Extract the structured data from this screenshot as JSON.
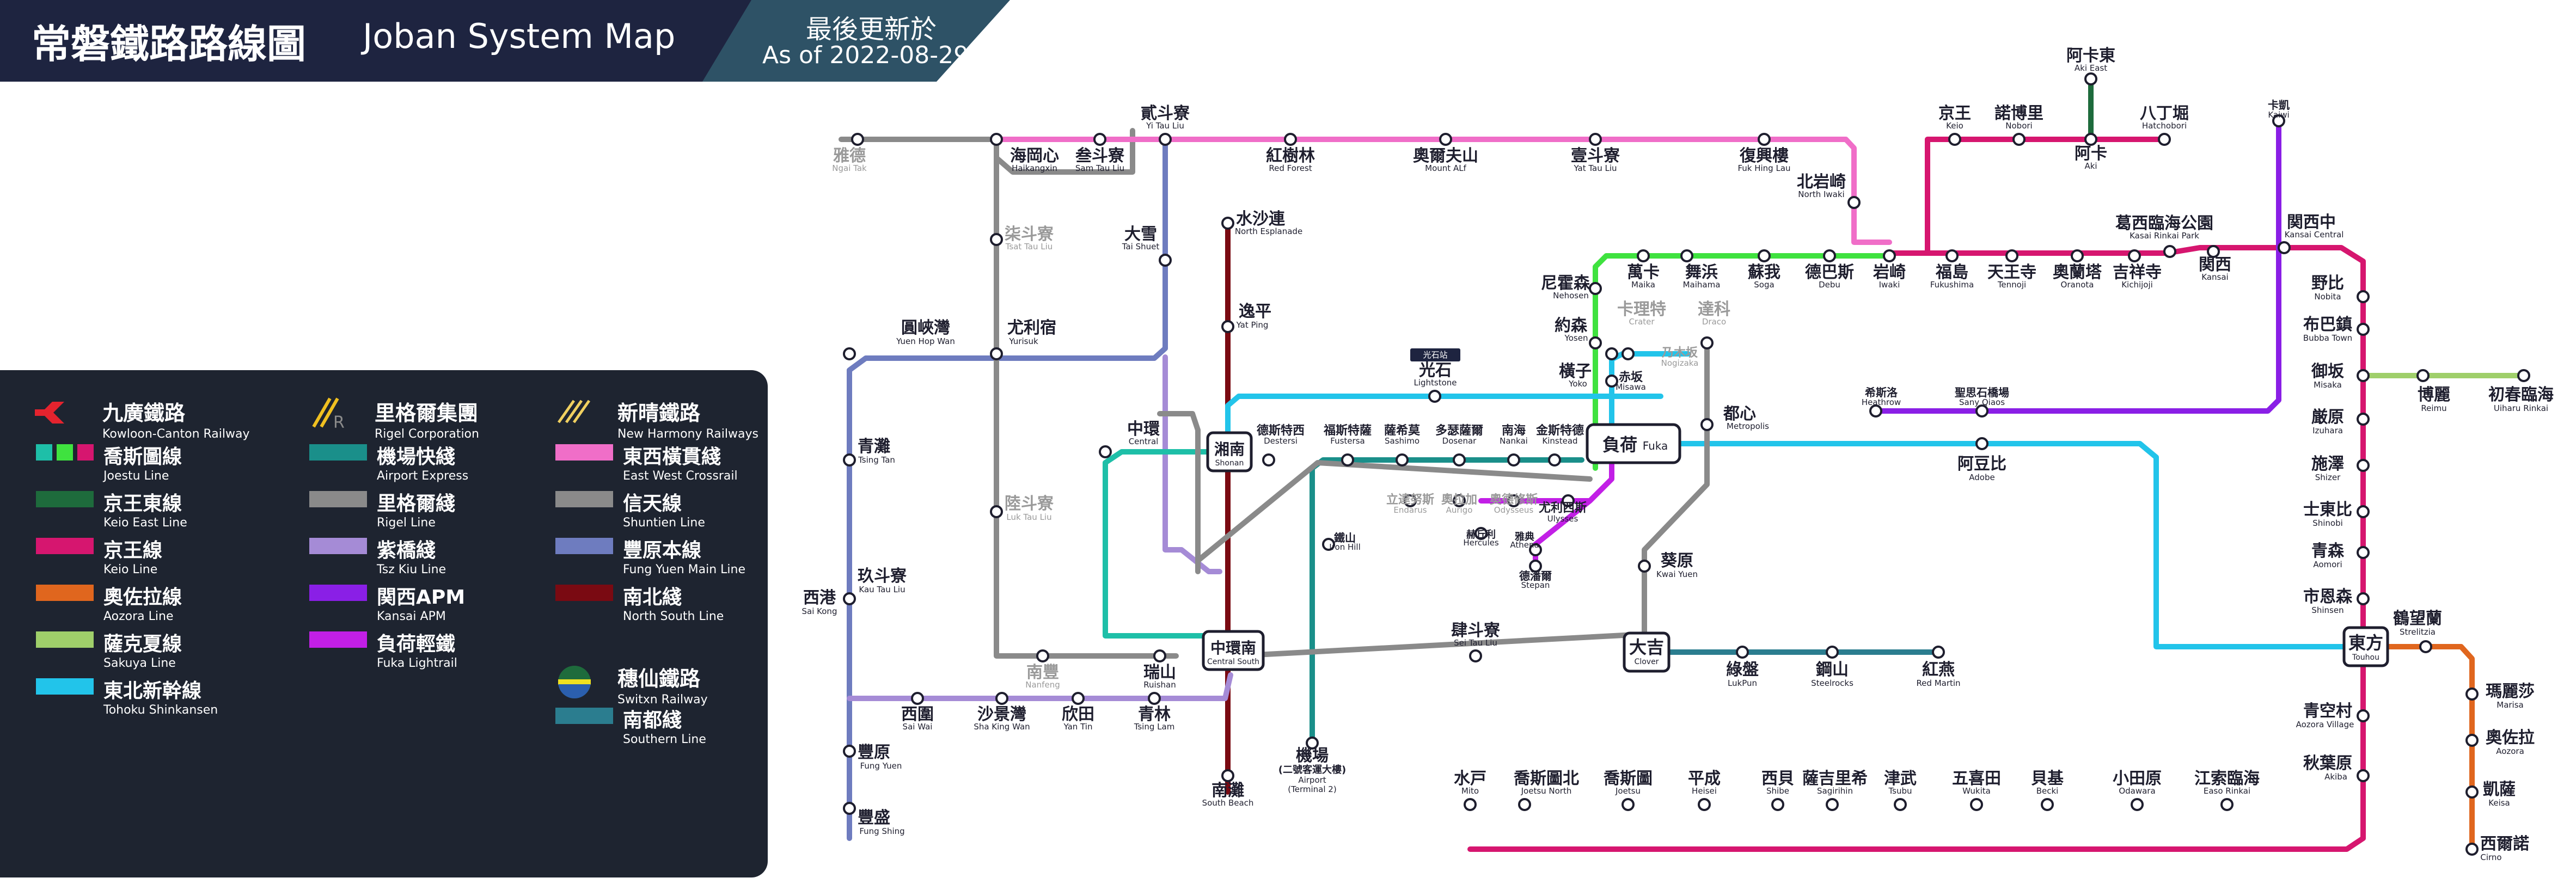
{
  "header": {
    "title": "常磐鐵路路線圖",
    "subtitle": "Joban System Map",
    "updated_label": "最後更新於",
    "updated_date": "As of 2022-08-29"
  },
  "legend": {
    "operators": [
      {
        "zh": "九廣鐵路",
        "en": "Kowloon-Canton Railway"
      },
      {
        "zh": "里格爾集團",
        "en": "Rigel Corporation"
      },
      {
        "zh": "新晴鐵路",
        "en": "New Harmony Railways"
      },
      {
        "zh": "穗仙鐵路",
        "en": "Switxn Railway"
      }
    ],
    "kcr_lines": [
      {
        "zh": "喬斯圖線",
        "en": "Joestu Line",
        "color": "#1ebfa8"
      },
      {
        "zh": "京王東線",
        "en": "Keio East Line",
        "color": "#1e6b3c"
      },
      {
        "zh": "京王線",
        "en": "Keio Line",
        "color": "#d6166f"
      },
      {
        "zh": "奧佐拉線",
        "en": "Aozora Line",
        "color": "#e0661e"
      },
      {
        "zh": "薩克夏線",
        "en": "Sakuya Line",
        "color": "#9fcf6a"
      },
      {
        "zh": "東北新幹線",
        "en": "Tohoku Shinkansen",
        "color": "#22c4ea"
      }
    ],
    "rigel_lines": [
      {
        "zh": "機場快綫",
        "en": "Airport Express",
        "color": "#1a8f8a"
      },
      {
        "zh": "里格爾綫",
        "en": "Rigel Line",
        "color": "#8a8a8a"
      },
      {
        "zh": "紫橋綫",
        "en": "Tsz Kiu Line",
        "color": "#a58bd6"
      },
      {
        "zh": "関西APM",
        "en": "Kansai APM",
        "color": "#8a1fe6"
      },
      {
        "zh": "負荷輕鐵",
        "en": "Fuka Lightrail",
        "color": "#c21fe6"
      }
    ],
    "nhr_lines": [
      {
        "zh": "東西橫貫綫",
        "en": "East West Crossrail",
        "color": "#f06ec8"
      },
      {
        "zh": "信天線",
        "en": "Shuntien Line",
        "color": "#8a8a8a"
      },
      {
        "zh": "豐原本線",
        "en": "Fung Yuen Main Line",
        "color": "#6e7cbf"
      },
      {
        "zh": "南北綫",
        "en": "North South Line",
        "color": "#7a0a12"
      }
    ],
    "switxn_lines": [
      {
        "zh": "南都綫",
        "en": "Southern Line",
        "color": "#2b7d8f"
      }
    ]
  },
  "colors": {
    "header_bg": "#1e2440",
    "header_accent": "#2e5266",
    "legend_bg": "#1e2430",
    "joetsu": "#1ebfa8",
    "keio_east": "#1e6b3c",
    "keio": "#d6166f",
    "aozora": "#e0661e",
    "sakuya": "#9fcf6a",
    "tohoku": "#22c4ea",
    "airport": "#1a8f8a",
    "rigel": "#8a8a8a",
    "tszkiu": "#a58bd6",
    "kansai_apm": "#8a1fe6",
    "fuka": "#c21fe6",
    "crossrail": "#f06ec8",
    "shuntien": "#8a8a8a",
    "fungyuen": "#6e7cbf",
    "northsouth": "#7a0a12",
    "southern": "#2b7d8f",
    "green": "#3fe23f"
  },
  "stations": {
    "ngai_tak": {
      "zh": "雅德",
      "en": "Ngai Tak"
    },
    "haikangxin": {
      "zh": "海岡心",
      "en": "Haikangxin"
    },
    "sam_tau_liu": {
      "zh": "叁斗寮",
      "en": "Sam Tau Liu"
    },
    "yi_tau_liu": {
      "zh": "貳斗寮",
      "en": "Yi Tau Liu"
    },
    "red_forest": {
      "zh": "紅樹林",
      "en": "Red Forest"
    },
    "mount_alf": {
      "zh": "奧爾夫山",
      "en": "Mount ALf"
    },
    "yat_tau_liu": {
      "zh": "壹斗寮",
      "en": "Yat Tau Liu"
    },
    "fuk_hing_lau": {
      "zh": "復興樓",
      "en": "Fuk Hing Lau"
    },
    "north_iwaki": {
      "zh": "北岩崎",
      "en": "North Iwaki"
    },
    "keio": {
      "zh": "京王",
      "en": "Keio"
    },
    "nobori": {
      "zh": "諾博里",
      "en": "Nobori"
    },
    "aki_east": {
      "zh": "阿卡東",
      "en": "Aki East"
    },
    "aki": {
      "zh": "阿卡",
      "en": "Aki"
    },
    "hatchobori": {
      "zh": "八丁堀",
      "en": "Hatchobori"
    },
    "kaiwi": {
      "zh": "卡凱",
      "en": "Kaiwi"
    },
    "tsat_tau_liu": {
      "zh": "柒斗寮",
      "en": "Tsat Tau Liu"
    },
    "tai_shuet": {
      "zh": "大雪",
      "en": "Tai Shuet"
    },
    "north_esplanade": {
      "zh": "水沙連",
      "en": "North Esplanade"
    },
    "kasai": {
      "zh": "葛西臨海公園",
      "en": "Kasai Rinkai Park"
    },
    "kansai_central": {
      "zh": "関西中",
      "en": "Kansai Central"
    },
    "nehosen": {
      "zh": "尼霍森",
      "en": "Nehosen"
    },
    "maika": {
      "zh": "萬卡",
      "en": "Maika"
    },
    "maihama": {
      "zh": "舞浜",
      "en": "Maihama"
    },
    "soga": {
      "zh": "蘇我",
      "en": "Soga"
    },
    "debu": {
      "zh": "德巴斯",
      "en": "Debu"
    },
    "iwaki": {
      "zh": "岩崎",
      "en": "Iwaki"
    },
    "fukushima": {
      "zh": "福島",
      "en": "Fukushima"
    },
    "tennoji": {
      "zh": "天王寺",
      "en": "Tennoji"
    },
    "oranota": {
      "zh": "奧蘭塔",
      "en": "Oranota"
    },
    "kichijoji": {
      "zh": "吉祥寺",
      "en": "Kichijoji"
    },
    "kansai": {
      "zh": "関西",
      "en": "Kansai"
    },
    "nobita": {
      "zh": "野比",
      "en": "Nobita"
    },
    "bubba_town": {
      "zh": "布巴鎮",
      "en": "Bubba Town"
    },
    "misaka": {
      "zh": "御坂",
      "en": "Misaka"
    },
    "reimu": {
      "zh": "博麗",
      "en": "Reimu"
    },
    "uiharu": {
      "zh": "初春臨海",
      "en": "Uiharu Rinkai"
    },
    "izuhara": {
      "zh": "厳原",
      "en": "Izuhara"
    },
    "shizer": {
      "zh": "施澤",
      "en": "Shizer"
    },
    "shinobi": {
      "zh": "士東比",
      "en": "Shinobi"
    },
    "aomori": {
      "zh": "青森",
      "en": "Aomori"
    },
    "shinsen": {
      "zh": "市恩森",
      "en": "Shinsen"
    },
    "touhou": {
      "zh": "東方",
      "en": "Touhou"
    },
    "strelitzia": {
      "zh": "鶴望蘭",
      "en": "Strelitzia"
    },
    "marisa": {
      "zh": "瑪麗莎",
      "en": "Marisa"
    },
    "aozora": {
      "zh": "奧佐拉",
      "en": "Aozora"
    },
    "keisa": {
      "zh": "凱薩",
      "en": "Keisa"
    },
    "cirno": {
      "zh": "西爾諾",
      "en": "Cirno"
    },
    "yuen_hop_wan": {
      "zh": "圓峽灣",
      "en": "Yuen Hop Wan"
    },
    "yurisuk": {
      "zh": "尤利宿",
      "en": "Yurisuk"
    },
    "yat_ping": {
      "zh": "逸平",
      "en": "Yat Ping"
    },
    "lightstone": {
      "zh": "光石",
      "en": "Lightstone"
    },
    "lightstone_badge": {
      "zh": "光石站"
    },
    "crater": {
      "zh": "卡理特",
      "en": "Crater"
    },
    "draco": {
      "zh": "達科",
      "en": "Draco"
    },
    "yosen": {
      "zh": "約森",
      "en": "Yosen"
    },
    "yoko": {
      "zh": "橫子",
      "en": "Yoko"
    },
    "misawa": {
      "zh": "赤坂",
      "en": "Misawa"
    },
    "nogizaka": {
      "zh": "乃木坂",
      "en": "Nogizaka"
    },
    "tsing_tan": {
      "zh": "青灘",
      "en": "Tsing Tan"
    },
    "central": {
      "zh": "中環",
      "en": "Central"
    },
    "shonan": {
      "zh": "湘南",
      "en": "Shonan"
    },
    "destersi": {
      "zh": "德斯特西",
      "en": "Destersi"
    },
    "fustersa": {
      "zh": "福斯特薩",
      "en": "Fustersa"
    },
    "sashimo": {
      "zh": "薩希莫",
      "en": "Sashimo"
    },
    "dosenar": {
      "zh": "多瑟薩爾",
      "en": "Dosenar"
    },
    "nankai": {
      "zh": "南海",
      "en": "Nankai"
    },
    "kinstead": {
      "zh": "金斯特德",
      "en": "Kinstead"
    },
    "fuka": {
      "zh": "負荷",
      "en": "Fuka"
    },
    "metropolis": {
      "zh": "都心",
      "en": "Metropolis"
    },
    "heathrow": {
      "zh": "希斯洛",
      "en": "Heathrow"
    },
    "sany_qiaos": {
      "zh": "聖思石橋場",
      "en": "Sany Qiaos"
    },
    "adobe": {
      "zh": "阿豆比",
      "en": "Adobe"
    },
    "luk_tau_liu": {
      "zh": "陸斗寮",
      "en": "Luk Tau Liu"
    },
    "endarus": {
      "zh": "立達努斯",
      "en": "Endarus"
    },
    "aurigo": {
      "zh": "奧拉加",
      "en": "Aurigo"
    },
    "odysseus": {
      "zh": "奧德修斯",
      "en": "Odysseus"
    },
    "ulysses": {
      "zh": "尤利西斯",
      "en": "Ulysses"
    },
    "iron_hill": {
      "zh": "鐵山",
      "en": "Iron Hill"
    },
    "hercules": {
      "zh": "赫丘利",
      "en": "Hercules"
    },
    "athena": {
      "zh": "雅典",
      "en": "Athena"
    },
    "stepan": {
      "zh": "德潘爾",
      "en": "Stepan"
    },
    "kwai_yuen": {
      "zh": "葵原",
      "en": "Kwai Yuen"
    },
    "sai_kong": {
      "zh": "西港",
      "en": "Sai Kong"
    },
    "kau_tau_liu": {
      "zh": "玖斗寮",
      "en": "Kau Tau Liu"
    },
    "central_south": {
      "zh": "中環南",
      "en": "Central South"
    },
    "sei_tau_liu": {
      "zh": "肆斗寮",
      "en": "Sei Tau Liu"
    },
    "clover": {
      "zh": "大吉",
      "en": "Clover"
    },
    "lukpun": {
      "zh": "綠盤",
      "en": "LukPun"
    },
    "steelrocks": {
      "zh": "鋼山",
      "en": "Steelrocks"
    },
    "red_martin": {
      "zh": "紅燕",
      "en": "Red Martin"
    },
    "nanfeng": {
      "zh": "南豐",
      "en": "Nanfeng"
    },
    "ruishan": {
      "zh": "瑞山",
      "en": "Ruishan"
    },
    "sai_wai": {
      "zh": "西圍",
      "en": "Sai Wai"
    },
    "sha_king_wan": {
      "zh": "沙景灣",
      "en": "Sha King Wan"
    },
    "yan_tin": {
      "zh": "欣田",
      "en": "Yan Tin"
    },
    "tsing_lam": {
      "zh": "青林",
      "en": "Tsing Lam"
    },
    "airport": {
      "zh": "機場",
      "en": "Airport"
    },
    "airport2": {
      "zh": "(二號客運大樓)",
      "en": "(Terminal 2)"
    },
    "south_beach": {
      "zh": "南灘",
      "en": "South Beach"
    },
    "fung_yuen": {
      "zh": "豐原",
      "en": "Fung Yuen"
    },
    "fung_shing": {
      "zh": "豐盛",
      "en": "Fung Shing"
    },
    "aozora_village": {
      "zh": "青空村",
      "en": "Aozora Village"
    },
    "akiba": {
      "zh": "秋葉原",
      "en": "Akiba"
    },
    "mito": {
      "zh": "水戸",
      "en": "Mito"
    },
    "joetsu_north": {
      "zh": "喬斯圖北",
      "en": "Joetsu North"
    },
    "joetsu": {
      "zh": "喬斯圖",
      "en": "Joetsu"
    },
    "heisei": {
      "zh": "平成",
      "en": "Heisei"
    },
    "shibe": {
      "zh": "西貝",
      "en": "Shibe"
    },
    "sagirihin": {
      "zh": "薩吉里希",
      "en": "Sagirihin"
    },
    "tsubu": {
      "zh": "津武",
      "en": "Tsubu"
    },
    "wukita": {
      "zh": "五喜田",
      "en": "Wukita"
    },
    "becki": {
      "zh": "貝基",
      "en": "Becki"
    },
    "odawara": {
      "zh": "小田原",
      "en": "Odawara"
    },
    "easo_rinkai": {
      "zh": "江索臨海",
      "en": "Easo Rinkai"
    }
  }
}
